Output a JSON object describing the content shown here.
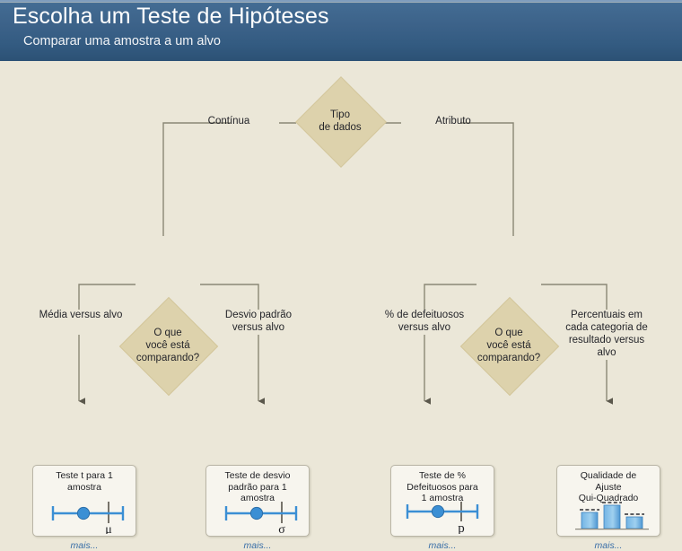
{
  "header": {
    "title": "Escolha um Teste de Hipóteses",
    "subtitle": "Comparar uma amostra a um alvo",
    "gradient_top": "#436c93",
    "gradient_bottom": "#2c5175"
  },
  "theme": {
    "background": "#ebe7d8",
    "diamond_fill": "#ddd2ac",
    "box_fill": "#f7f5ee",
    "box_border": "#b9b5a6",
    "connector": "#8a8775",
    "link_color": "#3a6fa8",
    "icon_blue": "#3b8fd4"
  },
  "flowchart": {
    "root": {
      "name": "tipo-de-dados",
      "label": "Tipo\nde dados"
    },
    "branches": [
      {
        "name": "continua",
        "label": "Contínua"
      },
      {
        "name": "atributo",
        "label": "Atributo"
      }
    ],
    "decisions": [
      {
        "name": "comparando-esquerda",
        "label": "O que\nvocê está\ncomparando?"
      },
      {
        "name": "comparando-direita",
        "label": "O que\nvocê está\ncomparando?"
      }
    ],
    "criteria": [
      {
        "name": "media-versus-alvo",
        "label": "Média versus alvo"
      },
      {
        "name": "desvio-padrao-versus-alvo",
        "label": "Desvio padrão\nversus alvo"
      },
      {
        "name": "pct-defeituosos-versus-alvo",
        "label": "% de defeituosos\nversus alvo"
      },
      {
        "name": "percentuais-categoria-versus-alvo",
        "label": "Percentuais em\ncada categoria de\nresultado versus\nalvo"
      }
    ],
    "results": [
      {
        "name": "teste-t-1-amostra",
        "title": "Teste t para 1\namostra",
        "icon": "confidence-interval-icon",
        "symbol": "μ",
        "more_label": "mais..."
      },
      {
        "name": "teste-desvio-padrao-1-amostra",
        "title": "Teste de desvio\npadrão para 1\namostra",
        "icon": "confidence-interval-icon",
        "symbol": "σ",
        "more_label": "mais..."
      },
      {
        "name": "teste-pct-defeituosos-1-amostra",
        "title": "Teste de %\nDefeituosos para\n1 amostra",
        "icon": "confidence-interval-icon",
        "symbol": "p",
        "more_label": "mais..."
      },
      {
        "name": "qualidade-ajuste-qui-quadrado",
        "title": "Qualidade de\nAjuste\nQui-Quadrado",
        "icon": "bar-chart-icon",
        "symbol": "",
        "more_label": "mais..."
      }
    ]
  }
}
